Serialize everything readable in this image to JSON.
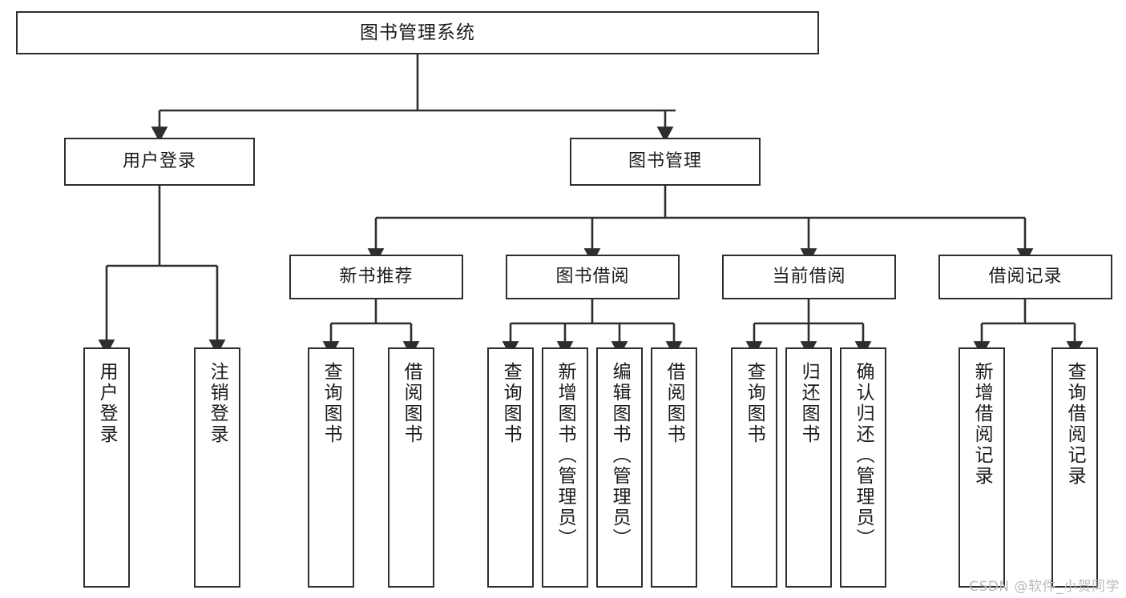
{
  "diagram": {
    "title": "图书管理系统",
    "watermark": "CSDN @软件_小贺同学",
    "colors": {
      "box_border": "#2e2e2e",
      "box_fill": "#ffffff",
      "edge": "#2e2e2e",
      "text": "#1b1b1b",
      "watermark": "#b9b9b9"
    },
    "nodes": {
      "root": {
        "label": "图书管理系统"
      },
      "level1": [
        {
          "id": "user-login",
          "label": "用户登录"
        },
        {
          "id": "book-manage",
          "label": "图书管理"
        }
      ],
      "level2": [
        {
          "id": "new-book-recommend",
          "label": "新书推荐"
        },
        {
          "id": "book-borrow",
          "label": "图书借阅"
        },
        {
          "id": "current-borrow",
          "label": "当前借阅"
        },
        {
          "id": "borrow-record",
          "label": "借阅记录"
        }
      ],
      "leaves": {
        "user-login": [
          {
            "id": "leaf-user-login",
            "label": "用户登录"
          },
          {
            "id": "leaf-logout-login",
            "label": "注销登录"
          }
        ],
        "new-book-recommend": [
          {
            "id": "leaf-query-book-1",
            "label": "查询图书"
          },
          {
            "id": "leaf-borrow-book-1",
            "label": "借阅图书"
          }
        ],
        "book-borrow": [
          {
            "id": "leaf-query-book-2",
            "label": "查询图书"
          },
          {
            "id": "leaf-add-book",
            "label": "新增图书（管理员）"
          },
          {
            "id": "leaf-edit-book",
            "label": "编辑图书（管理员）"
          },
          {
            "id": "leaf-borrow-book-2",
            "label": "借阅图书"
          }
        ],
        "current-borrow": [
          {
            "id": "leaf-query-book-3",
            "label": "查询图书"
          },
          {
            "id": "leaf-return-book",
            "label": "归还图书"
          },
          {
            "id": "leaf-confirm-return",
            "label": "确认归还（管理员）"
          }
        ],
        "borrow-record": [
          {
            "id": "leaf-add-record",
            "label": "新增借阅记录"
          },
          {
            "id": "leaf-query-record",
            "label": "查询借阅记录"
          }
        ]
      }
    }
  }
}
